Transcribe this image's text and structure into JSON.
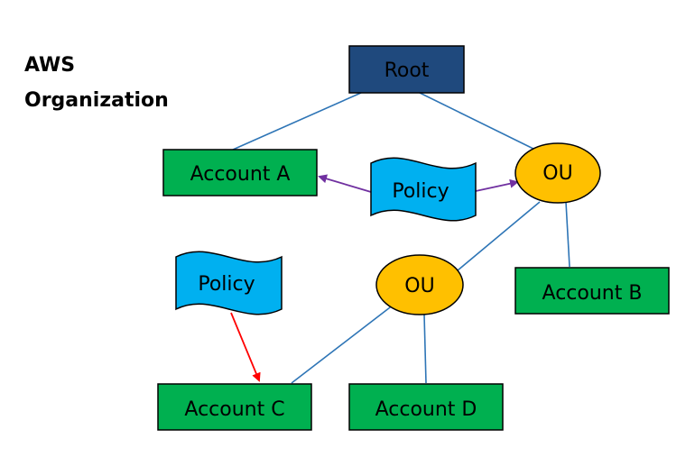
{
  "heading": {
    "line1": "AWS",
    "line2": "Organization"
  },
  "nodes": {
    "root": {
      "label": "Root"
    },
    "account_a": {
      "label": "Account A"
    },
    "account_b": {
      "label": "Account B"
    },
    "account_c": {
      "label": "Account C"
    },
    "account_d": {
      "label": "Account D"
    },
    "ou_upper": {
      "label": "OU"
    },
    "ou_lower": {
      "label": "OU"
    },
    "policy_upper": {
      "label": "Policy"
    },
    "policy_lower": {
      "label": "Policy"
    }
  },
  "colors": {
    "root_fill": "#1f497d",
    "account_fill": "#00b050",
    "ou_fill": "#ffc000",
    "policy_fill": "#00b0f0",
    "connector": "#2e75b6",
    "policy_arrow_upper": "#7030a0",
    "policy_arrow_lower": "#ff0000"
  }
}
